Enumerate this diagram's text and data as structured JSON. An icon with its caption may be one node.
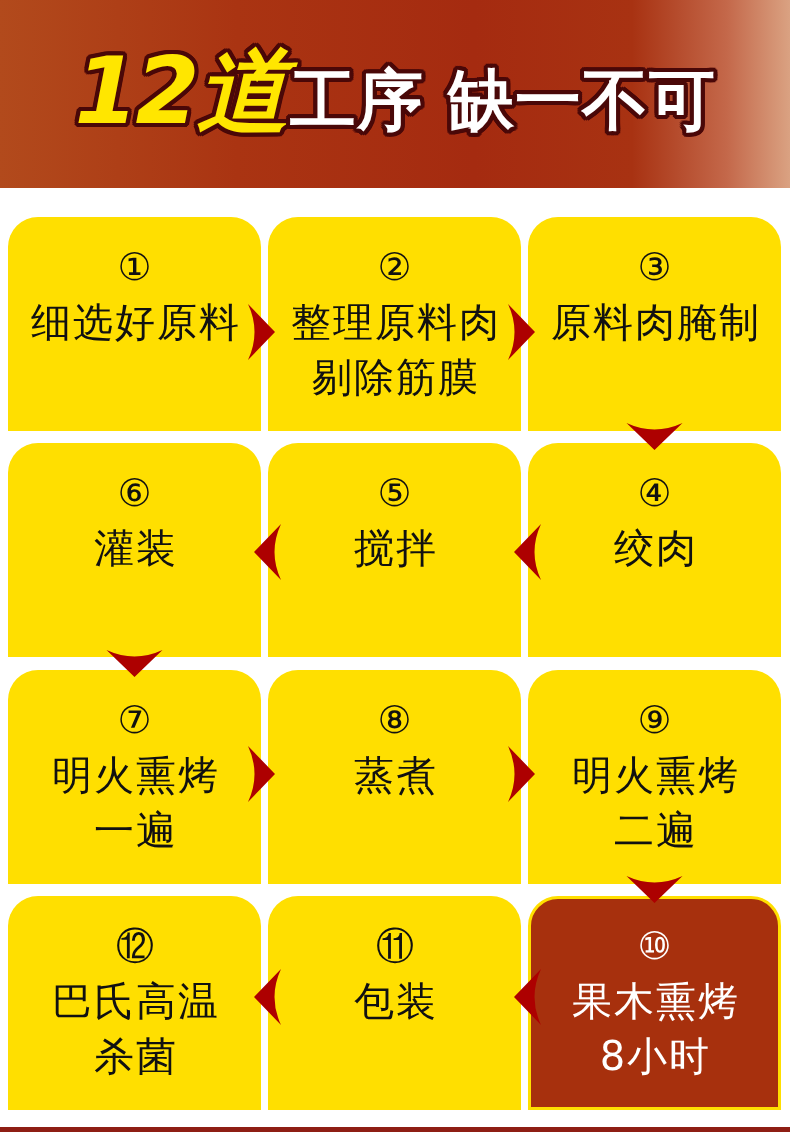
{
  "diagram": {
    "title": "12道工序 缺一不可",
    "nodes": [
      {
        "text": [
          "①",
          "细选好原料"
        ]
      },
      {
        "text": [
          "②",
          "整理原料肉剔除筋膜"
        ]
      },
      {
        "text": [
          "③",
          "原料肉腌制"
        ]
      },
      {
        "text": [
          "④",
          "绞肉"
        ]
      },
      {
        "text": [
          "⑤",
          "搅拌"
        ]
      },
      {
        "text": [
          "⑥",
          "灌装"
        ]
      },
      {
        "text": [
          "⑦",
          "明火熏烤一遍"
        ]
      },
      {
        "text": [
          "⑧",
          "蒸煮"
        ]
      },
      {
        "text": [
          "⑨",
          "明火熏烤二遍"
        ]
      },
      {
        "text": [
          "⑩",
          "果木熏烤8小时"
        ]
      },
      {
        "text": [
          "⑪",
          "包装"
        ]
      },
      {
        "text": [
          "⑫",
          "巴氏高温杀菌"
        ]
      }
    ],
    "edges": [
      {
        "from": 0,
        "to": 1,
        "arrow": "to"
      },
      {
        "from": 1,
        "to": 2,
        "arrow": "to"
      },
      {
        "from": 2,
        "to": 3,
        "arrow": "to"
      },
      {
        "from": 3,
        "to": 4,
        "arrow": "to"
      },
      {
        "from": 4,
        "to": 5,
        "arrow": "to"
      },
      {
        "from": 5,
        "to": 6,
        "arrow": "to"
      },
      {
        "from": 6,
        "to": 7,
        "arrow": "to"
      },
      {
        "from": 7,
        "to": 8,
        "arrow": "to"
      },
      {
        "from": 8,
        "to": 9,
        "arrow": "to"
      },
      {
        "from": 9,
        "to": 10,
        "arrow": "to"
      },
      {
        "from": 10,
        "to": 11,
        "arrow": "to"
      }
    ]
  }
}
